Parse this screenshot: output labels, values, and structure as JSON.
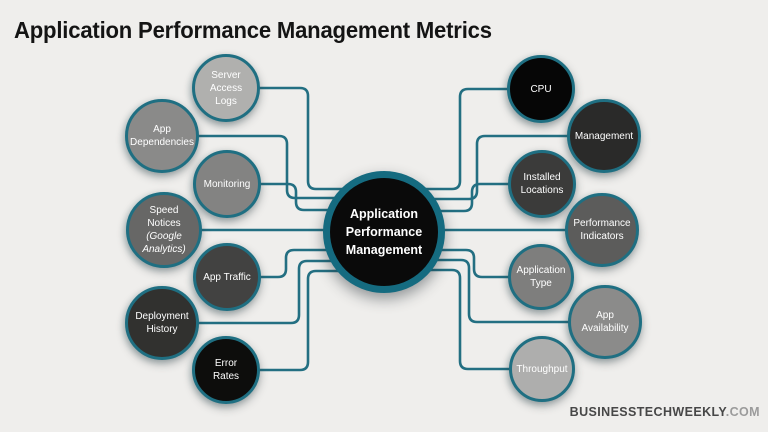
{
  "title": "Application Performance Management Metrics",
  "colors": {
    "background": "#efeeec",
    "line": "#236f82",
    "node_border": "#1f6f82",
    "central_border": "#156b80",
    "central_fill": "#0a0a0a",
    "node_text": "#ffffff",
    "title_color": "#141414",
    "footer_brand": "#474747",
    "footer_suffix": "#9b9b9b"
  },
  "central": {
    "label": "Application\nPerformance\nManagement"
  },
  "nodes": [
    {
      "id": "server-access-logs",
      "label": "Server Access Logs",
      "fill": "#b0b0ae"
    },
    {
      "id": "app-dependencies",
      "label": "App Dependencies",
      "fill": "#8a8a89"
    },
    {
      "id": "monitoring",
      "label": "Monitoring",
      "fill": "#838382"
    },
    {
      "id": "speed-notices",
      "label": "Speed Notices",
      "sublabel": "(Google Analytics)",
      "fill": "#676766"
    },
    {
      "id": "app-traffic",
      "label": "App Traffic",
      "fill": "#424241"
    },
    {
      "id": "deployment-history",
      "label": "Deployment History",
      "fill": "#31312f"
    },
    {
      "id": "error-rates",
      "label": "Error Rates",
      "fill": "#0d0d0c"
    },
    {
      "id": "cpu",
      "label": "CPU",
      "fill": "#060606"
    },
    {
      "id": "management",
      "label": "Management",
      "fill": "#2a2a29"
    },
    {
      "id": "installed-locations",
      "label": "Installed Locations",
      "fill": "#3b3b3a"
    },
    {
      "id": "performance-indicators",
      "label": "Performance Indicators",
      "fill": "#5c5c5b"
    },
    {
      "id": "application-type",
      "label": "Application Type",
      "fill": "#7e7e7d"
    },
    {
      "id": "app-availability",
      "label": "App Availability",
      "fill": "#8b8b8a"
    },
    {
      "id": "throughput",
      "label": "Throughput",
      "fill": "#aeaead"
    }
  ],
  "footer": {
    "brand": "BUSINESSTECHWEEKLY",
    "suffix": ".COM"
  }
}
